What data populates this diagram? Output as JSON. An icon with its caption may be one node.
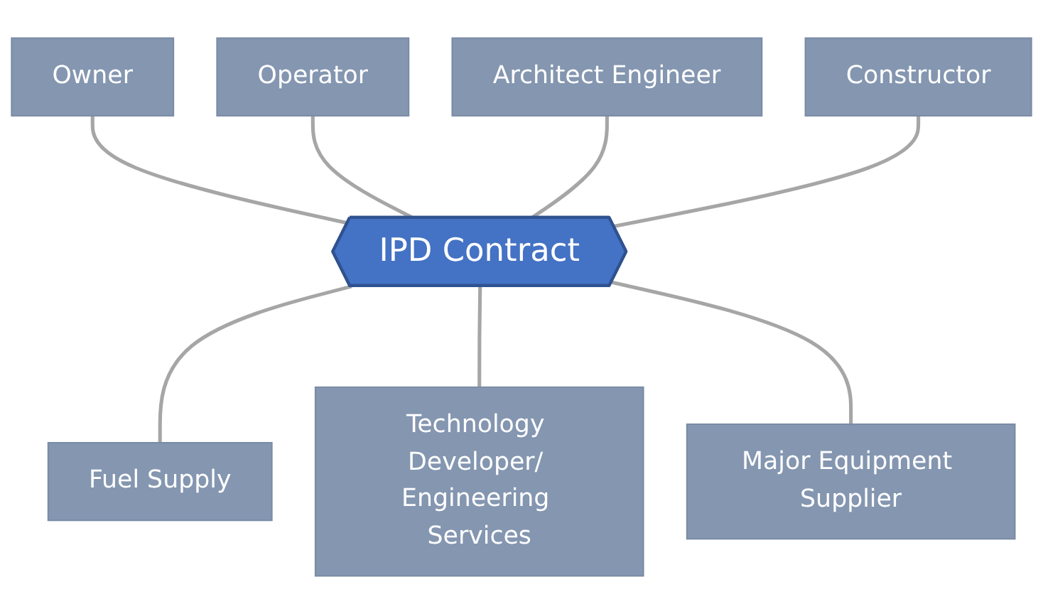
{
  "diagram": {
    "nodes": [
      {
        "text": [
          "Owner"
        ]
      },
      {
        "text": [
          "Operator"
        ]
      },
      {
        "text": [
          "Architect Engineer"
        ]
      },
      {
        "text": [
          "IPD Contract"
        ]
      },
      {
        "text": [
          "Constructor"
        ]
      },
      {
        "text": [
          "Fuel Supply"
        ]
      },
      {
        "text": [
          "Technology Developer/ Engineering Services"
        ]
      },
      {
        "text": [
          "Major Equipment Supplier"
        ]
      }
    ],
    "edges": [
      {
        "from": 0,
        "to": 3,
        "arrow": "none"
      },
      {
        "from": 1,
        "to": 3,
        "arrow": "none"
      },
      {
        "from": 2,
        "to": 3,
        "arrow": "none"
      },
      {
        "from": 4,
        "to": 3,
        "arrow": "none"
      },
      {
        "from": 3,
        "to": 5,
        "arrow": "none"
      },
      {
        "from": 3,
        "to": 6,
        "arrow": "none"
      },
      {
        "from": 3,
        "to": 7,
        "arrow": "none"
      }
    ]
  }
}
